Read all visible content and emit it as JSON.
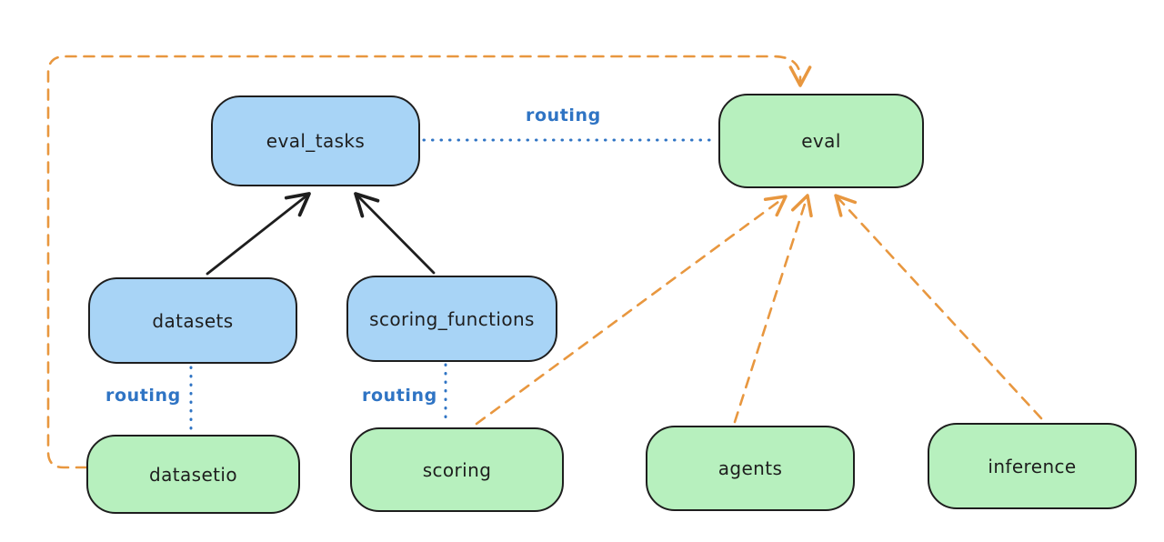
{
  "diagram": {
    "kind": "hand-drawn architecture diagram",
    "routing_label": "routing"
  },
  "colors": {
    "node_blue": "#a8d4f6",
    "node_green": "#b7f0be",
    "border": "#1e1e1e",
    "routing_blue": "#2f74c4",
    "dashed_orange": "#e8973f",
    "bg": "#ffffff"
  },
  "nodes": [
    {
      "id": "eval_tasks",
      "label": "eval_tasks",
      "fill": "#a8d4f6"
    },
    {
      "id": "eval",
      "label": "eval",
      "fill": "#b7f0be"
    },
    {
      "id": "datasets",
      "label": "datasets",
      "fill": "#a8d4f6"
    },
    {
      "id": "scoring_functions",
      "label": "scoring_functions",
      "fill": "#a8d4f6"
    },
    {
      "id": "datasetio",
      "label": "datasetio",
      "fill": "#b7f0be"
    },
    {
      "id": "scoring",
      "label": "scoring",
      "fill": "#b7f0be"
    },
    {
      "id": "agents",
      "label": "agents",
      "fill": "#b7f0be"
    },
    {
      "id": "inference",
      "label": "inference",
      "fill": "#b7f0be"
    }
  ],
  "edges": [
    {
      "from": "eval_tasks",
      "to": "eval",
      "type": "dotted",
      "label": "routing"
    },
    {
      "from": "datasets",
      "to": "datasetio",
      "type": "dotted",
      "label": "routing"
    },
    {
      "from": "scoring_functions",
      "to": "scoring",
      "type": "dotted",
      "label": "routing"
    },
    {
      "from": "datasets",
      "to": "eval_tasks",
      "type": "solid-arrow",
      "label": ""
    },
    {
      "from": "scoring_functions",
      "to": "eval_tasks",
      "type": "solid-arrow",
      "label": ""
    },
    {
      "from": "datasetio",
      "to": "eval",
      "type": "dashed-arrow",
      "label": ""
    },
    {
      "from": "scoring",
      "to": "eval",
      "type": "dashed-arrow",
      "label": ""
    },
    {
      "from": "agents",
      "to": "eval",
      "type": "dashed-arrow",
      "label": ""
    },
    {
      "from": "inference",
      "to": "eval",
      "type": "dashed-arrow",
      "label": ""
    }
  ]
}
